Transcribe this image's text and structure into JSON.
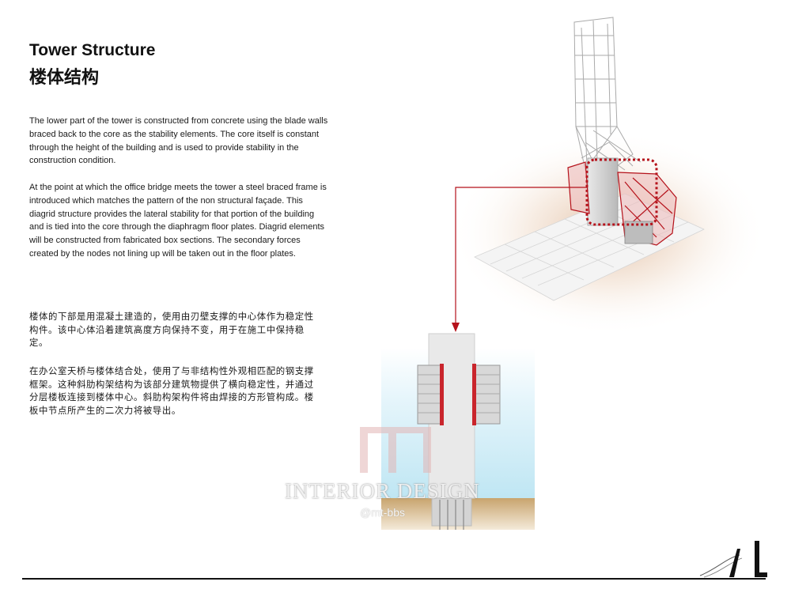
{
  "header": {
    "title_en": "Tower Structure",
    "title_cn": "楼体结构"
  },
  "content": {
    "para_en_1": "The lower part of the tower is constructed from concrete using the blade walls braced back to the core as the stability elements. The core itself is constant through the height of the building and is used to provide stability in the construction condition.",
    "para_en_2": "At the point at which the office bridge meets the tower a steel braced frame is introduced which matches the pattern of the non structural façade. This diagrid structure provides the lateral stability for that portion of the building and is tied into the core through the diaphragm floor plates. Diagrid elements will be constructed from fabricated box sections. The secondary forces created by the nodes not lining up will be taken out in the floor plates.",
    "para_cn_1": "楼体的下部是用混凝土建造的，使用由刃壁支撑的中心体作为稳定性构件。该中心体沿着建筑高度方向保持不变，用于在施工中保持稳定。",
    "para_cn_2": "在办公室天桥与楼体结合处，使用了与非结构性外观相匹配的钢支撑框架。这种斜肋构架结构为该部分建筑物提供了横向稳定性，并通过分层楼板连接到楼体中心。斜肋构架构件将由焊接的方形管构成。楼板中节点所产生的二次力将被导出。"
  },
  "watermark": {
    "text": "INTERIOR DESIGN",
    "handle": "@mt-bbs"
  },
  "colors": {
    "accent_red": "#b5121b",
    "text": "#1a1a1a"
  }
}
